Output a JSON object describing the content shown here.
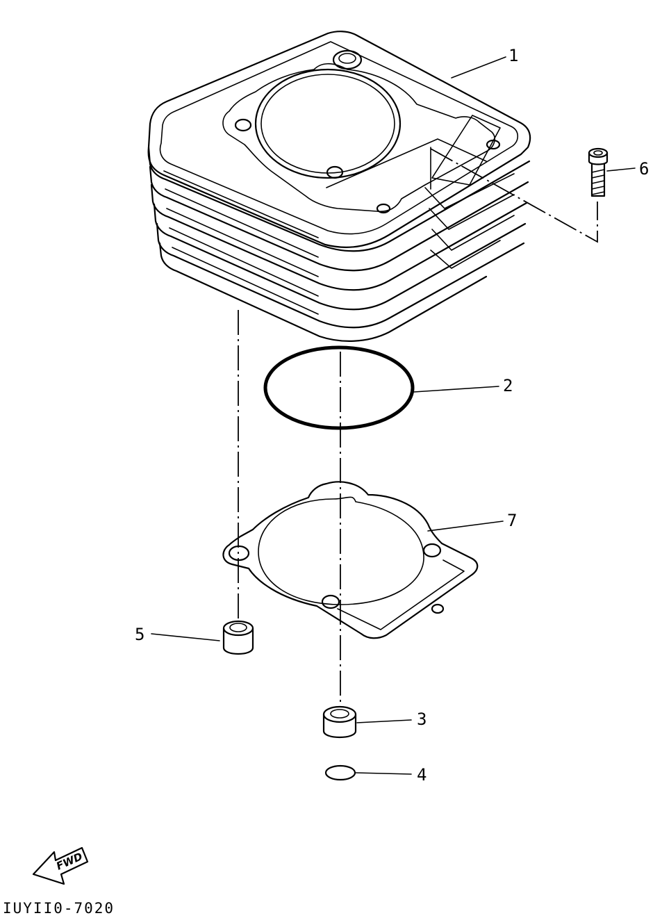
{
  "diagram": {
    "drawing_code": "IUYII0-7020",
    "orientation_marker": "FWD",
    "callouts": [
      {
        "id": "callout-1",
        "label": "1",
        "part": "cylinder"
      },
      {
        "id": "callout-2",
        "label": "2",
        "part": "o-ring"
      },
      {
        "id": "callout-3",
        "label": "3",
        "part": "dowel-pin"
      },
      {
        "id": "callout-4",
        "label": "4",
        "part": "o-ring-small"
      },
      {
        "id": "callout-5",
        "label": "5",
        "part": "dowel-pin"
      },
      {
        "id": "callout-6",
        "label": "6",
        "part": "bolt"
      },
      {
        "id": "callout-7",
        "label": "7",
        "part": "cylinder-gasket"
      }
    ]
  }
}
